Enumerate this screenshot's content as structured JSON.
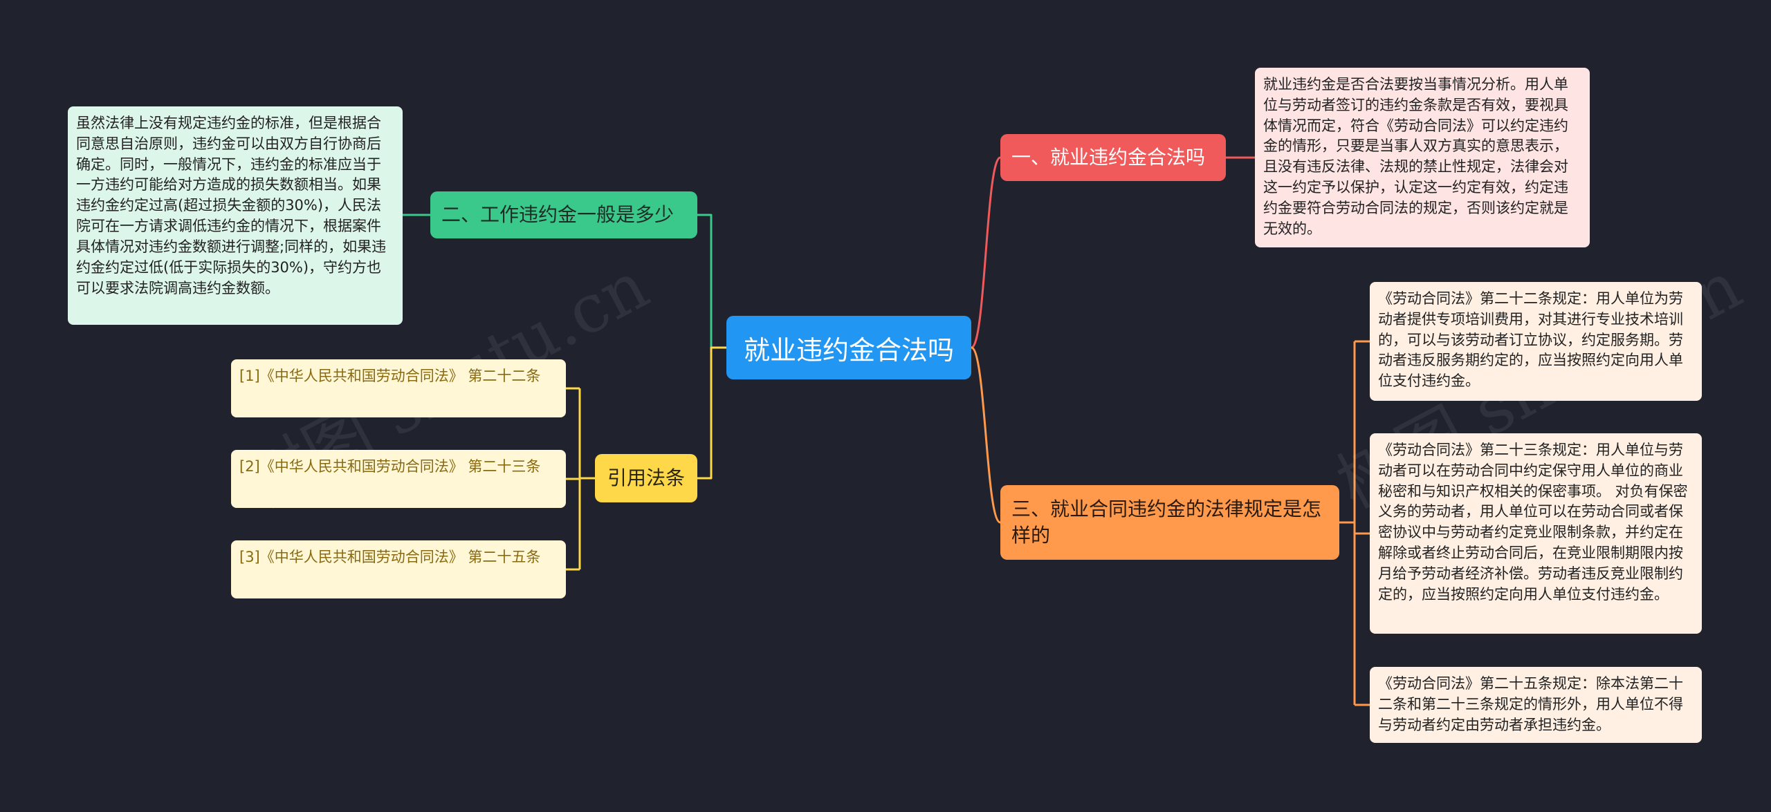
{
  "root": {
    "label": "就业违约金合法吗"
  },
  "branches": [
    {
      "label": "一、就业违约金合法吗",
      "color": "#f05a5a",
      "leaves": [
        "就业违约金是否合法要按当事情况分析。用人单位与劳动者签订的违约金条款是否有效，要视具体情况而定，符合《劳动合同法》可以约定违约金的情形，只要是当事人双方真实的意思表示，且没有违反法律、法规的禁止性规定，法律会对这一约定予以保护，认定这一约定有效，约定违约金要符合劳动合同法的规定，否则该约定就是无效的。"
      ]
    },
    {
      "label": "二、工作违约金一般是多少",
      "color": "#3ac98a",
      "leaves": [
        "虽然法律上没有规定违约金的标准，但是根据合同意思自治原则，违约金可以由双方自行协商后确定。同时，一般情况下，违约金的标准应当于一方违约可能给对方造成的损失数额相当。如果违约金约定过高(超过损失金额的30%)，人民法院可在一方请求调低违约金的情况下，根据案件具体情况对违约金数额进行调整;同样的，如果违约金约定过低(低于实际损失的30%)，守约方也可以要求法院调高违约金数额。"
      ]
    },
    {
      "label": "三、就业合同违约金的法律规定是怎样的",
      "color": "#ff9a4d",
      "leaves": [
        "《劳动合同法》第二十二条规定：用人单位为劳动者提供专项培训费用，对其进行专业技术培训的，可以与该劳动者订立协议，约定服务期。劳动者违反服务期约定的，应当按照约定向用人单位支付违约金。",
        "《劳动合同法》第二十三条规定：用人单位与劳动者可以在劳动合同中约定保守用人单位的商业秘密和与知识产权相关的保密事项。 对负有保密义务的劳动者，用人单位可以在劳动合同或者保密协议中与劳动者约定竞业限制条款，并约定在解除或者终止劳动合同后，在竞业限制期限内按月给予劳动者经济补偿。劳动者违反竞业限制约定的，应当按照约定向用人单位支付违约金。",
        "《劳动合同法》第二十五条规定：除本法第二十二条和第二十三条规定的情形外，用人单位不得与劳动者约定由劳动者承担违约金。"
      ]
    },
    {
      "label": "引用法条",
      "color": "#ffd84a",
      "leaves": [
        "[1]《中华人民共和国劳动合同法》 第二十二条",
        "[2]《中华人民共和国劳动合同法》 第二十三条",
        "[3]《中华人民共和国劳动合同法》 第二十五条"
      ]
    }
  ],
  "watermark": "树图 shutu.cn"
}
